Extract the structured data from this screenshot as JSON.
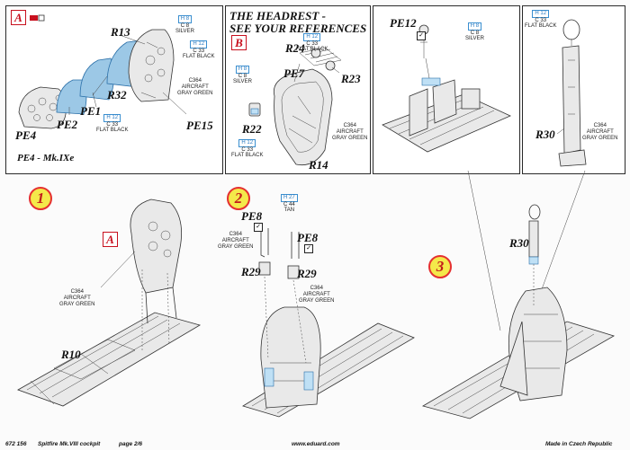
{
  "panel_a": {
    "badge": "A",
    "parts": {
      "r13": "R13",
      "r32": "R32",
      "pe1": "PE1",
      "pe2": "PE2",
      "pe4": "PE4",
      "pe15": "PE15"
    },
    "note": "PE4 - Mk.IXe",
    "colors": {
      "h8": {
        "code": "H 8",
        "c": "C 8",
        "name": "SILVER"
      },
      "h12a": {
        "code": "H 12",
        "c": "C 33",
        "name": "FLAT BLACK"
      },
      "c364": {
        "l1": "C364",
        "l2": "AIRCRAFT",
        "l3": "GRAY GREEN"
      },
      "h12b": {
        "code": "H 12",
        "c": "C 33",
        "name": "FLAT BLACK"
      }
    }
  },
  "panel_b": {
    "title_line1": "THE HEADREST -",
    "title_line2": "SEE YOUR REFERENCES",
    "badge": "B",
    "parts": {
      "r24": "R24",
      "r23": "R23",
      "pe7": "PE7",
      "r22": "R22",
      "r14": "R14"
    },
    "colors": {
      "h12": {
        "code": "H 12",
        "c": "C 33",
        "name": "FLAT BLACK"
      },
      "h8": {
        "code": "H 8",
        "c": "C 8",
        "name": "SILVER"
      },
      "h12b": {
        "code": "H 12",
        "c": "C 33",
        "name": "FLAT BLACK"
      },
      "c364": {
        "l1": "C364",
        "l2": "AIRCRAFT",
        "l3": "GRAY GREEN"
      }
    }
  },
  "panel_c": {
    "parts": {
      "pe12": "PE12"
    },
    "colors": {
      "h8": {
        "code": "H 8",
        "c": "C 8",
        "name": "SILVER"
      }
    }
  },
  "panel_d": {
    "parts": {
      "r30": "R30"
    },
    "colors": {
      "h12": {
        "code": "H 12",
        "c": "C 33",
        "name": "FLAT BLACK"
      },
      "c364": {
        "l1": "C364",
        "l2": "AIRCRAFT",
        "l3": "GRAY GREEN"
      }
    }
  },
  "steps": {
    "s1": {
      "num": "1",
      "badge": "A",
      "c364": {
        "l1": "C364",
        "l2": "AIRCRAFT",
        "l3": "GRAY GREEN"
      },
      "r10": "R10"
    },
    "s2": {
      "num": "2",
      "pe8a": "PE8",
      "pe8b": "PE8",
      "r29a": "R29",
      "r29b": "R29",
      "h27": {
        "code": "H 27",
        "c": "C 44",
        "name": "TAN"
      },
      "c364a": {
        "l1": "C364",
        "l2": "AIRCRAFT",
        "l3": "GRAY GREEN"
      },
      "c364b": {
        "l1": "C364",
        "l2": "AIRCRAFT",
        "l3": "GRAY GREEN"
      }
    },
    "s3": {
      "num": "3",
      "r30": "R30"
    }
  },
  "footer": {
    "code": "672 156",
    "title": "Spitfire Mk.VIII cockpit",
    "page": "page 2/6",
    "url": "www.eduard.com",
    "made": "Made in Czech Republic"
  }
}
